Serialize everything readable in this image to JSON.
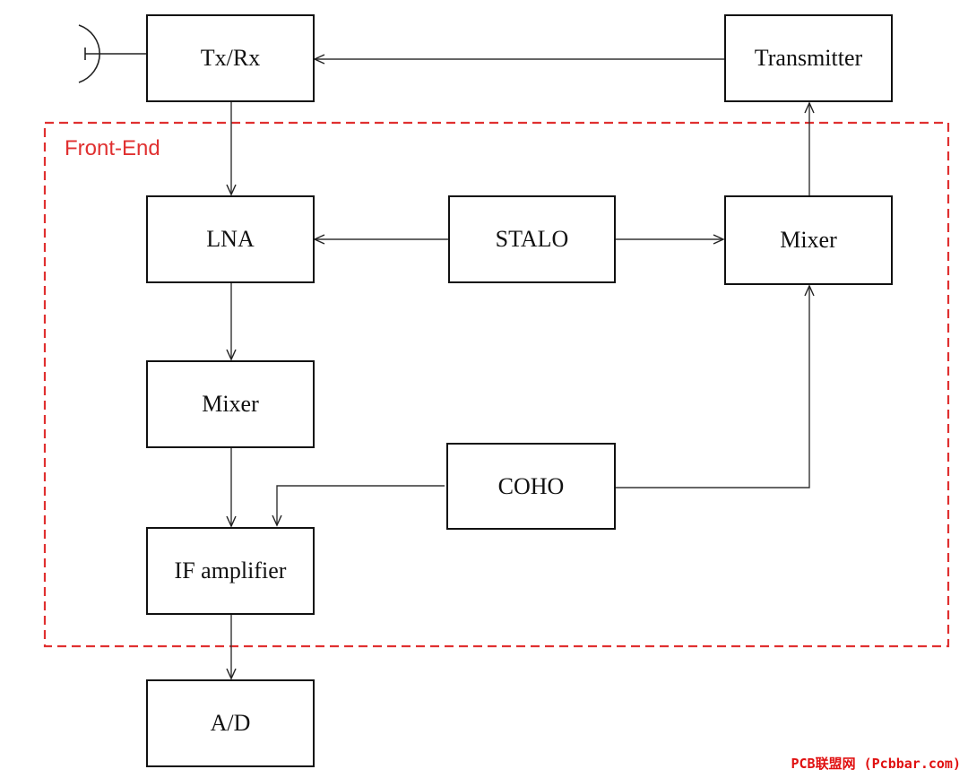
{
  "diagram": {
    "frontend_label": "Front-End",
    "frontend_color": "#e03030",
    "blocks": {
      "txrx": "Tx/Rx",
      "transmitter": "Transmitter",
      "lna": "LNA",
      "stalo": "STALO",
      "mixer_tx": "Mixer",
      "mixer_rx": "Mixer",
      "coho": "COHO",
      "if_amp": "IF amplifier",
      "adc": "A/D"
    },
    "connections": [
      {
        "from": "Transmitter",
        "to": "Tx/Rx"
      },
      {
        "from": "Tx/Rx",
        "to": "LNA"
      },
      {
        "from": "STALO",
        "to": "LNA"
      },
      {
        "from": "STALO",
        "to": "Mixer (tx)"
      },
      {
        "from": "Mixer (tx)",
        "to": "Transmitter"
      },
      {
        "from": "LNA",
        "to": "Mixer (rx)"
      },
      {
        "from": "Mixer (rx)",
        "to": "IF amplifier"
      },
      {
        "from": "COHO",
        "to": "IF amplifier"
      },
      {
        "from": "COHO",
        "to": "Mixer (tx)"
      },
      {
        "from": "IF amplifier",
        "to": "A/D"
      }
    ]
  },
  "watermark": "PCB联盟网 (Pcbbar.com)"
}
